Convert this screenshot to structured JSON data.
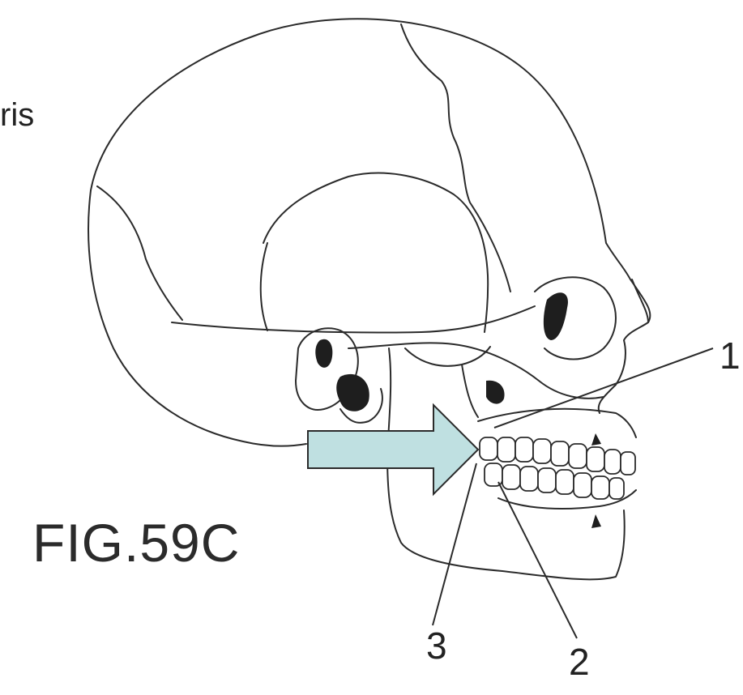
{
  "partial_label": "ris",
  "figure_caption": "FIG.59C",
  "callouts": {
    "one": "1",
    "two": "2",
    "three": "3"
  },
  "colors": {
    "arrow_fill": "#bfe0e1",
    "line": "#2b2b2b",
    "dark_fill": "#1e1e1e",
    "tooth_fill": "#ffffff"
  },
  "icons": {
    "arrow": "right-arrow-pointer"
  }
}
